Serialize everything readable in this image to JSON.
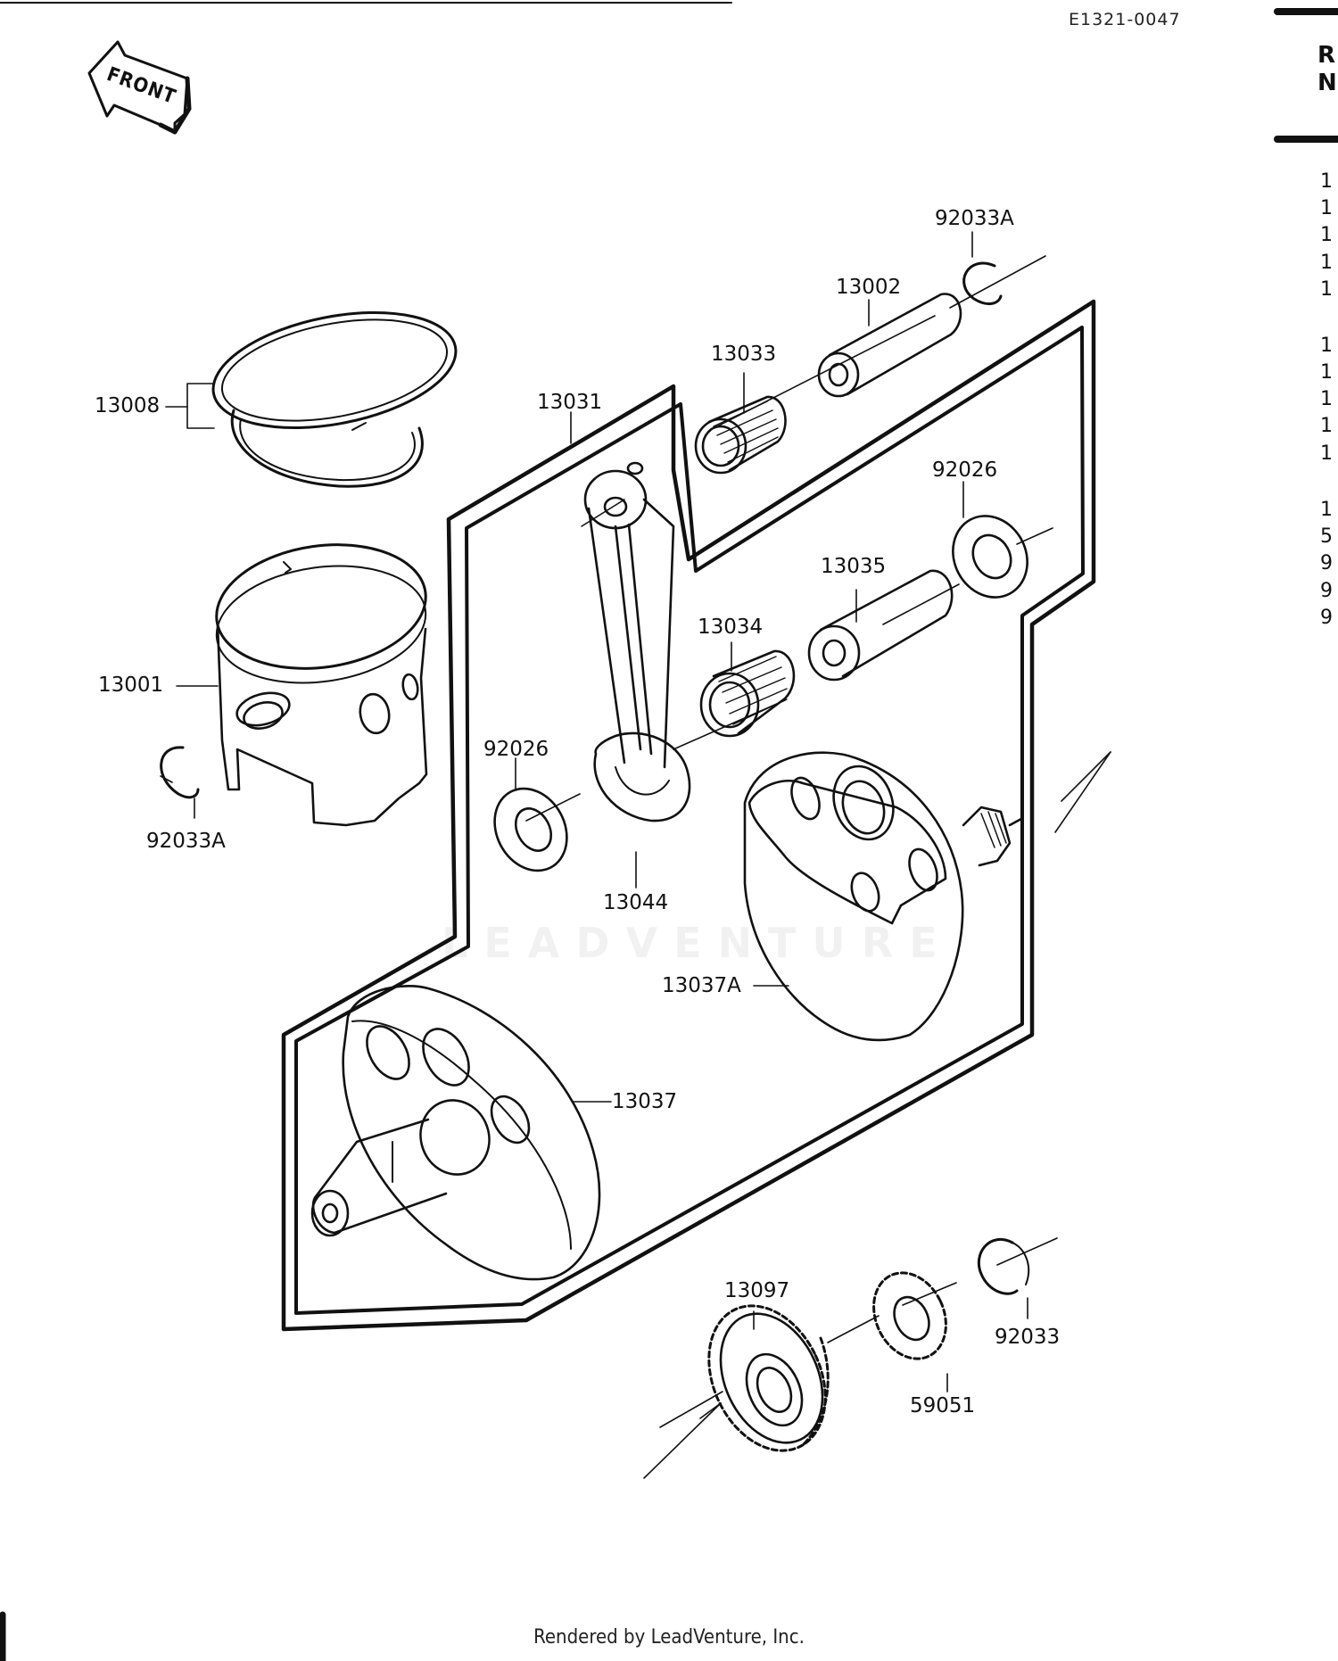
{
  "diagram": {
    "code": "E1321-0047",
    "front_label": "FRONT",
    "watermark": "LEADVENTURE",
    "footer": "Rendered by LeadVenture, Inc."
  },
  "labels": {
    "ring_set": "13008",
    "piston": "13001",
    "circlip_left": "92033A",
    "conrod_assy": "13031",
    "small_end_bearing": "13033",
    "piston_pin": "13002",
    "circlip_top": "92033A",
    "washer_right": "92026",
    "crank_pin": "13035",
    "big_end_bearing": "13034",
    "washer_left": "92026",
    "crank_assy_label": "13044",
    "crank_half_right": "13037A",
    "crank_half_left": "13037",
    "gear": "13097",
    "sprocket": "59051",
    "snap_ring": "92033"
  },
  "ref_column": {
    "header": [
      "R",
      "N"
    ],
    "rows": [
      "1",
      "1",
      "1",
      "1",
      "1",
      "1",
      "1",
      "1",
      "1",
      "1",
      "1",
      "5",
      "9",
      "9",
      "9"
    ]
  }
}
